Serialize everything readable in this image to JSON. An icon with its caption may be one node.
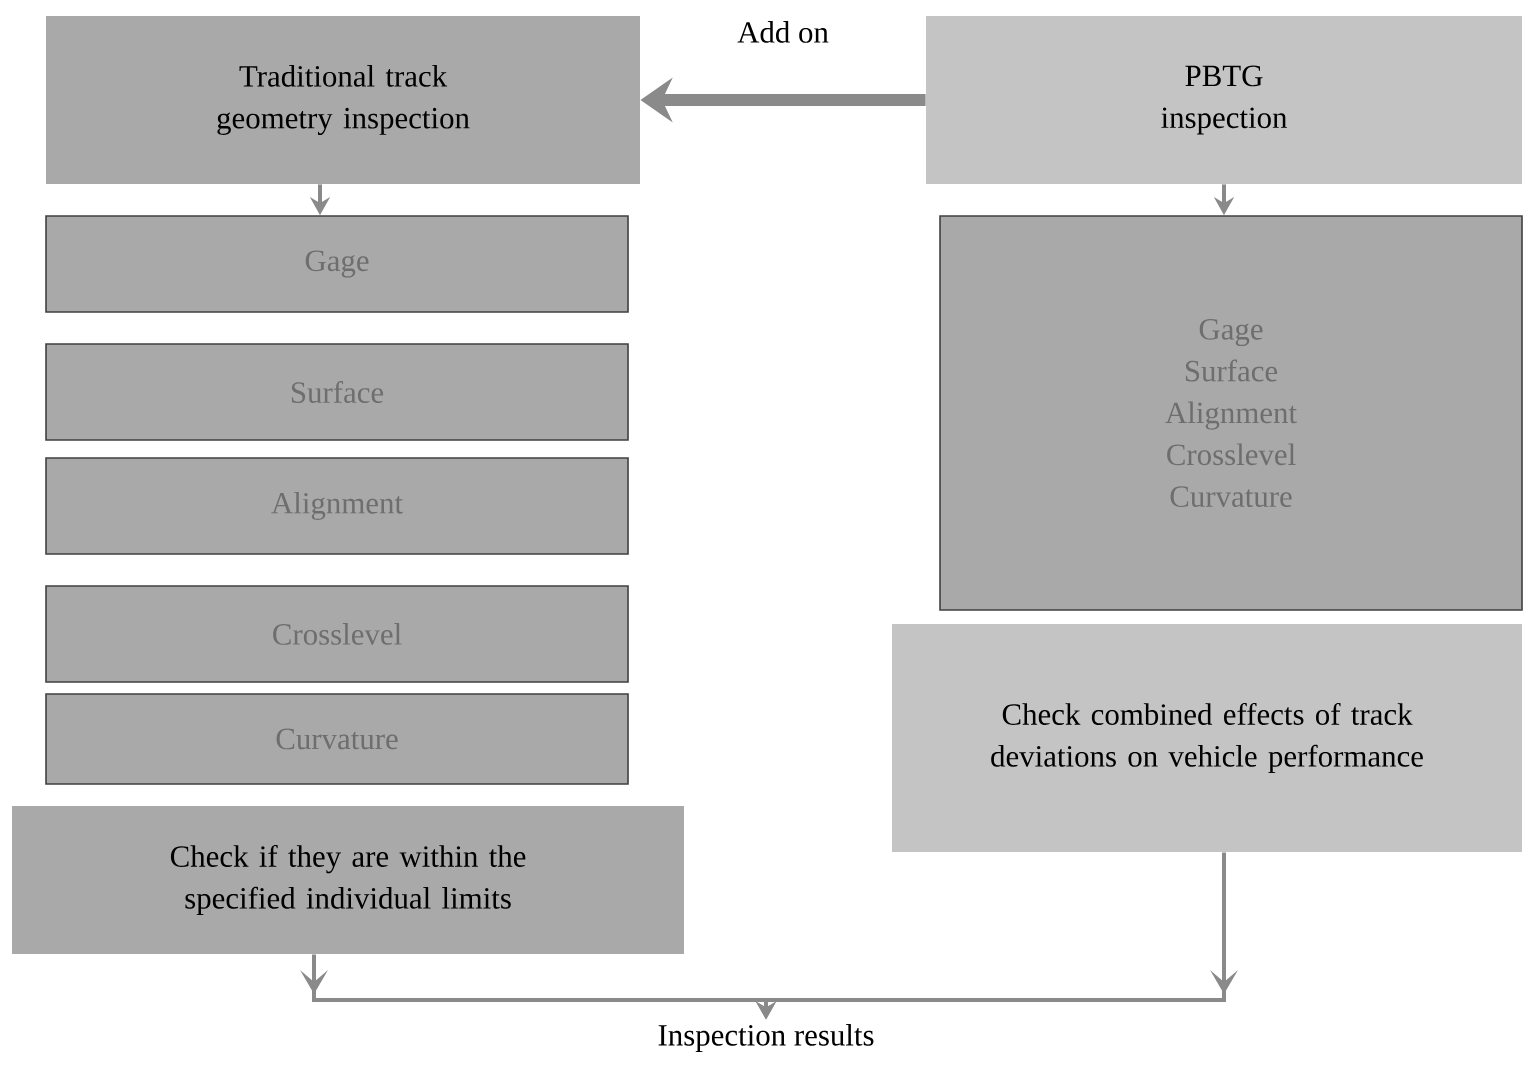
{
  "diagram": {
    "nodes": [
      {
        "text": [
          "Traditional track geometry inspection"
        ]
      },
      {
        "text": [
          "PBTG inspection"
        ]
      },
      {
        "text": [
          "Gage"
        ]
      },
      {
        "text": [
          "Surface"
        ]
      },
      {
        "text": [
          "Alignment"
        ]
      },
      {
        "text": [
          "Crosslevel"
        ]
      },
      {
        "text": [
          "Curvature"
        ]
      },
      {
        "text": [
          "Gage Surface Alignment Crosslevel Curvature"
        ]
      },
      {
        "text": [
          "Check if they are within the specified individual limits"
        ]
      },
      {
        "text": [
          "Check combined effects of track deviations on vehicle performance"
        ]
      },
      {
        "text": [
          "Inspection results"
        ]
      }
    ],
    "edges": [
      {
        "from": 1,
        "to": 0,
        "arrow": "to",
        "label": "Add on",
        "style": "thick"
      },
      {
        "from": 0,
        "to": 2,
        "arrow": "to"
      },
      {
        "from": 1,
        "to": 7,
        "arrow": "to"
      },
      {
        "from": 8,
        "to": 10,
        "arrow": "to"
      },
      {
        "from": 9,
        "to": 10,
        "arrow": "to"
      }
    ]
  }
}
